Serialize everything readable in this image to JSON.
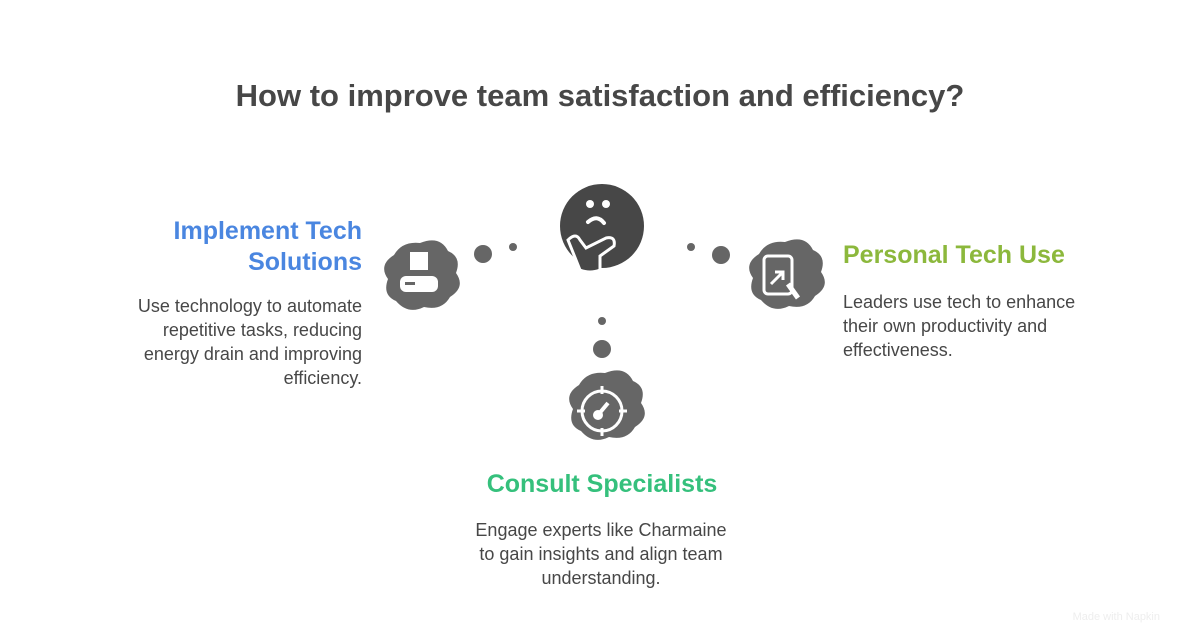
{
  "title": "How to improve team satisfaction and efficiency?",
  "center_icon": "thinking-face-icon",
  "branches": [
    {
      "heading": "Implement Tech Solutions",
      "heading_lines": [
        "Implement Tech",
        "Solutions"
      ],
      "description_lines": [
        "Use technology to automate",
        "repetitive tasks, reducing",
        "energy drain and improving",
        "efficiency."
      ],
      "color": "#4a86e0",
      "icon": "server-box-icon"
    },
    {
      "heading": "Personal Tech Use",
      "description_lines": [
        "Leaders use tech to enhance",
        "their own productivity and",
        "effectiveness."
      ],
      "color": "#8cb83c",
      "icon": "tablet-touch-icon"
    },
    {
      "heading": "Consult Specialists",
      "description_lines": [
        "Engage experts like Charmaine",
        "to gain insights and align team",
        "understanding."
      ],
      "color": "#35c07c",
      "icon": "target-gauge-icon"
    }
  ],
  "watermark": "Made with Napkin"
}
